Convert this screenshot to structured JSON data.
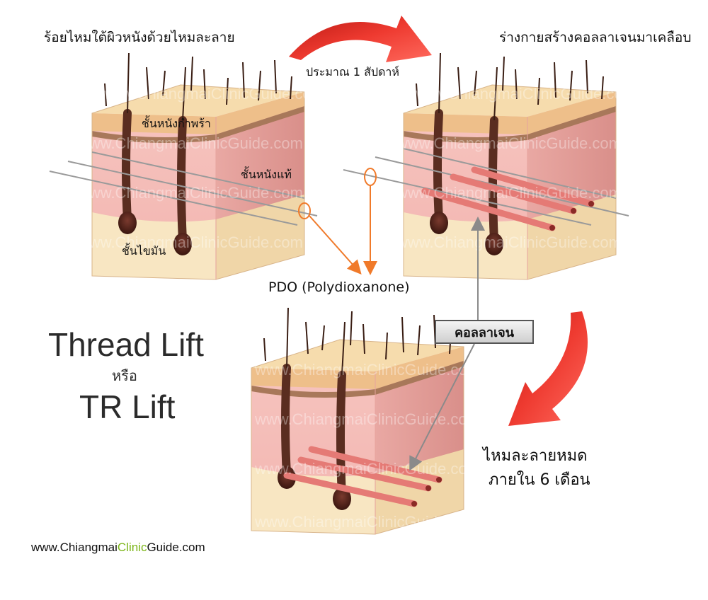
{
  "labels": {
    "top_left_caption": "ร้อยไหมใต้ผิวหนังด้วยไหมละลาย",
    "epidermis": "ชั้นหนังกำพร้า",
    "dermis": "ชั้นหนังแท้",
    "fat_layer": "ชั้นไขมัน",
    "one_week": "ประมาณ 1 สัปดาห์",
    "top_right_caption": "ร่างกายสร้างคอลลาเจนมาเคลือบ",
    "pdo": "PDO (Polydioxanone)",
    "collagen": "คอลลาเจน",
    "dissolve_line1": "ไหมละลายหมด",
    "dissolve_line2": "ภายใน 6 เดือน"
  },
  "title": {
    "line1": "Thread Lift",
    "line2": "หรือ",
    "line3": "TR Lift"
  },
  "website": {
    "part1": "www.Chiangmai",
    "part2": "Clinic",
    "part3": "Guide.com"
  },
  "watermark": "www.ChiangmaiClinicGuide.com",
  "colors": {
    "skin_top": "#f3d7a8",
    "dermis": "#f0b8b4",
    "fat": "#f6e3bf",
    "thread": "#9a9a9a",
    "collagen": "#e57a75",
    "arrow_red": "#e8302a",
    "pointer_orange": "#f07a2a",
    "pointer_gray": "#8a8a8a"
  }
}
